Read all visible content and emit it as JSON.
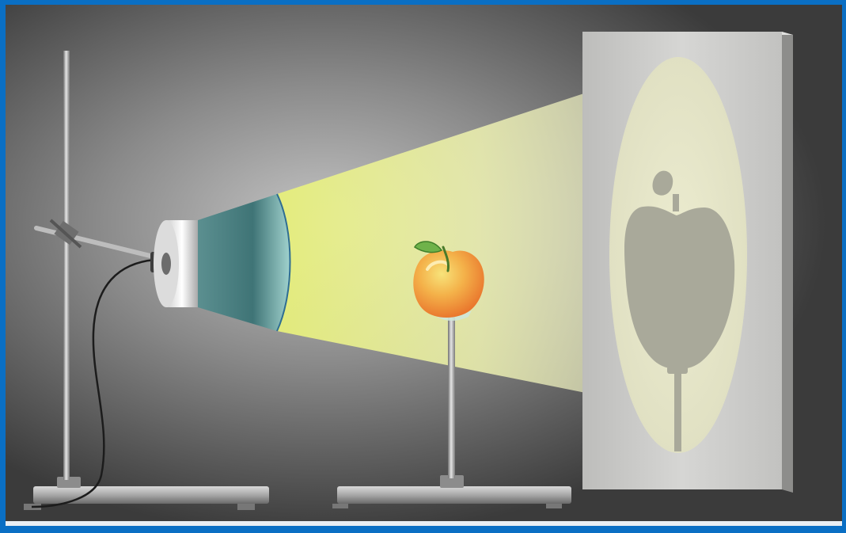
{
  "scene": {
    "subject": "shadow-formation-experiment",
    "colors": {
      "frame_border": "#0a6fc4",
      "background_dark": "#3a3a3a",
      "background_glow": "#bdbdbd",
      "light_cone": "#eef2a8",
      "lens_teal": "#3f7f80",
      "screen_face": "#c9c9c7",
      "screen_ellipse": "#e4e4c6",
      "shadow": "#a9a99a",
      "apple_orange": "#f08a2a",
      "apple_yellow": "#f6d35a",
      "leaf_green": "#5aa23a",
      "metal": "#9a9a9a"
    },
    "objects": [
      "retort-stand",
      "flashlight",
      "power-cable",
      "light-cone",
      "apple",
      "apple-stand",
      "projection-screen",
      "apple-shadow"
    ]
  }
}
